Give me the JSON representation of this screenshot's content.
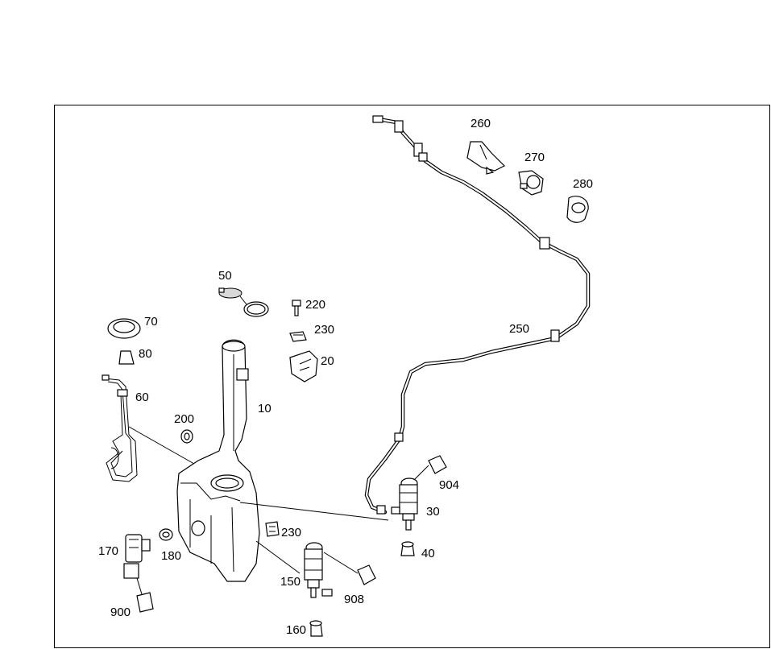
{
  "labels": {
    "p260": "260",
    "p270": "270",
    "p280": "280",
    "p250": "250",
    "p50": "50",
    "p220": "220",
    "p230a": "230",
    "p20": "20",
    "p70": "70",
    "p80": "80",
    "p60": "60",
    "p10": "10",
    "p200": "200",
    "p904": "904",
    "p30": "30",
    "p40": "40",
    "p230b": "230",
    "p170": "170",
    "p180": "180",
    "p150": "150",
    "p908": "908",
    "p900": "900",
    "p160": "160"
  }
}
